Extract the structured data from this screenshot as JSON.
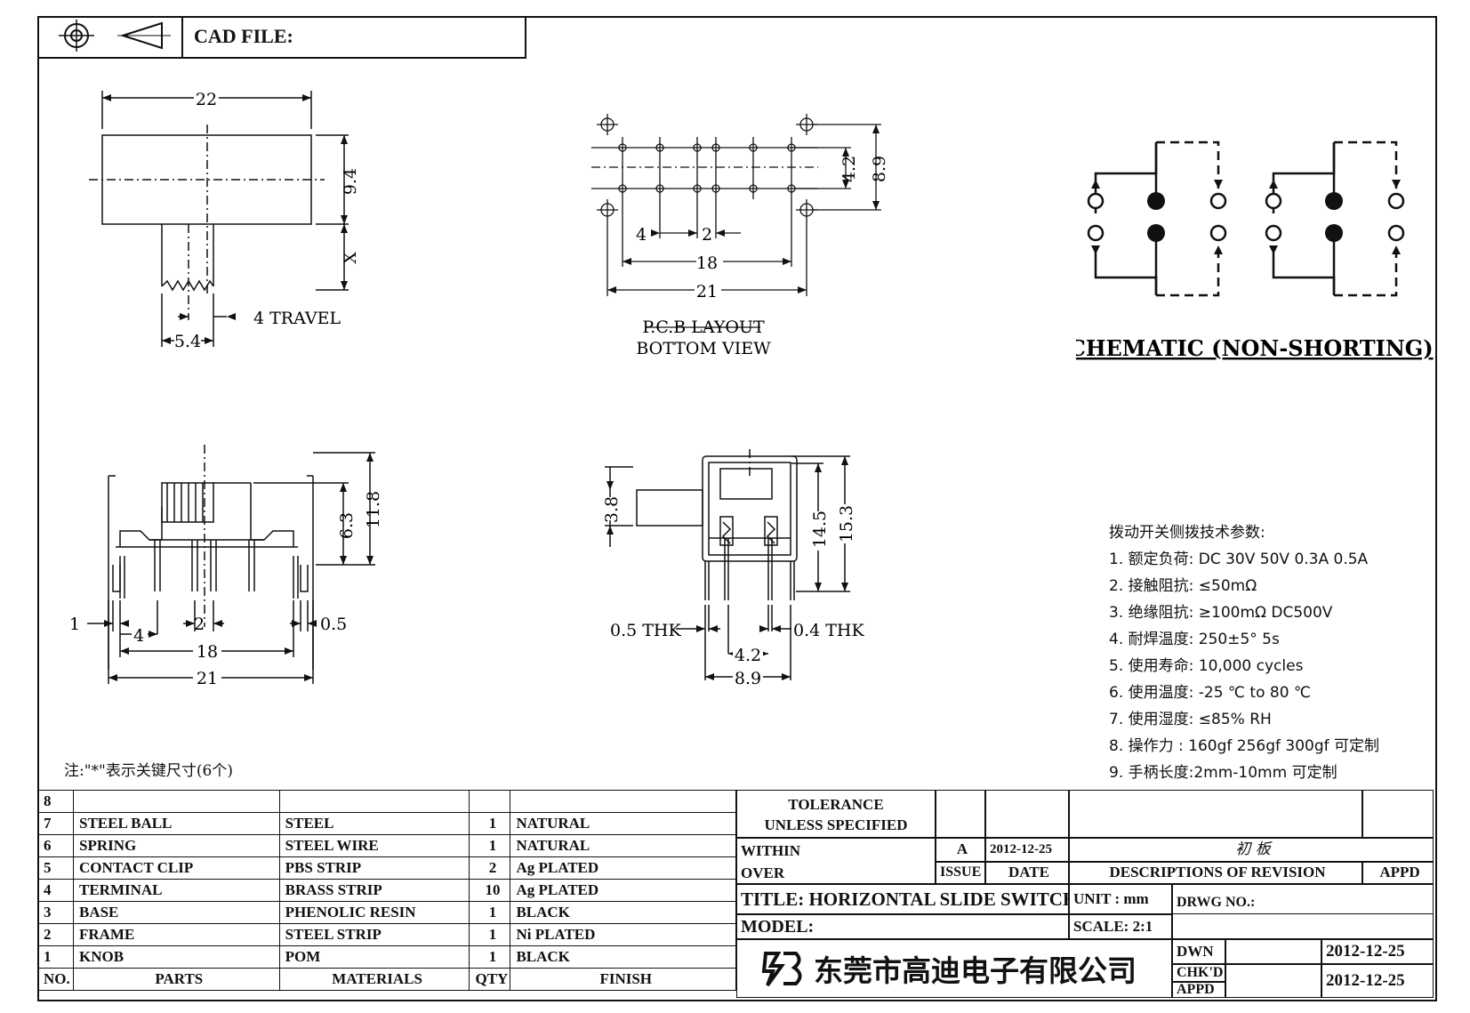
{
  "header": {
    "cad_label": "CAD FILE:",
    "cad_value": ""
  },
  "views": {
    "top": {
      "width": "22",
      "height": "9.4",
      "knob": "X",
      "knob_w": "5.4",
      "travel": "4 TRAVEL"
    },
    "pcb": {
      "p2": "2",
      "p4": "4",
      "w18": "18",
      "w21": "21",
      "h42": "4.2",
      "h89": "8.9",
      "caption1": "P.C.B LAYOUT",
      "caption2": "BOTTOM VIEW"
    },
    "schematic": {
      "caption": "SCHEMATIC (NON-SHORTING)"
    },
    "front": {
      "h118": "11.8",
      "h63": "6.3",
      "d1": "1",
      "d4": "4",
      "d2": "2",
      "d05": "0.5",
      "w18": "18",
      "w21": "21"
    },
    "side": {
      "h38": "3.8",
      "h145": "14.5",
      "h153": "15.3",
      "thk05": "0.5 THK",
      "thk04": "0.4 THK",
      "w42": "4.2",
      "w89": "8.9"
    },
    "note": "注:\"*\"表示关键尺寸(6个)"
  },
  "specs": {
    "title": "拨动开关侧拨技术参数:",
    "items": [
      "1. 额定负荷: DC 30V    50V    0.3A    0.5A",
      "2. 接触阻抗: ≤50mΩ",
      "3. 绝缘阻抗: ≥100mΩ   DC500V",
      "4. 耐焊温度: 250±5°  5s",
      "5. 使用寿命: 10,000 cycles",
      "6. 使用温度: -25  ℃  to 80  ℃",
      "7. 使用湿度: ≤85% RH",
      "8. 操作力 : 160gf    256gf    300gf  可定制",
      "9. 手柄长度:2mm-10mm  可定制"
    ]
  },
  "bom": {
    "rows": [
      {
        "no": "8",
        "part": "",
        "material": "",
        "qty": "",
        "finish": ""
      },
      {
        "no": "7",
        "part": "STEEL BALL",
        "material": "STEEL",
        "qty": "1",
        "finish": "NATURAL"
      },
      {
        "no": "6",
        "part": "SPRING",
        "material": "STEEL WIRE",
        "qty": "1",
        "finish": "NATURAL"
      },
      {
        "no": "5",
        "part": "CONTACT CLIP",
        "material": "PBS STRIP",
        "qty": "2",
        "finish": "Ag PLATED"
      },
      {
        "no": "4",
        "part": "TERMINAL",
        "material": "BRASS STRIP",
        "qty": "10",
        "finish": "Ag PLATED"
      },
      {
        "no": "3",
        "part": "BASE",
        "material": "PHENOLIC RESIN",
        "qty": "1",
        "finish": "BLACK"
      },
      {
        "no": "2",
        "part": "FRAME",
        "material": "STEEL STRIP",
        "qty": "1",
        "finish": "Ni PLATED"
      },
      {
        "no": "1",
        "part": "KNOB",
        "material": "POM",
        "qty": "1",
        "finish": "BLACK"
      }
    ],
    "headers": {
      "no": "NO.",
      "part": "PARTS",
      "material": "MATERIALS",
      "qty": "QTY",
      "finish": "FINISH"
    }
  },
  "titleblock": {
    "tolerance1": "TOLERANCE",
    "tolerance2": "UNLESS  SPECIFIED",
    "within": "WITHIN",
    "over": "OVER",
    "rev": "A",
    "rev_date": "2012-12-25",
    "rev_desc": "初 板",
    "issue": "ISSUE",
    "date": "DATE",
    "desc": "DESCRIPTIONS OF REVISION",
    "appd": "APPD",
    "title": "TITLE: HORIZONTAL SLIDE SWITCH",
    "unit": "UNIT : mm",
    "drwg": "DRWG NO.:",
    "model": "MODEL:",
    "scale": "SCALE: 2:1",
    "dwn": "DWN",
    "dwn_date": "2012-12-25",
    "chkd": "CHK'D",
    "appd2": "APPD",
    "chk_date": "2012-12-25",
    "company": "东莞市高迪电子有限公司"
  }
}
